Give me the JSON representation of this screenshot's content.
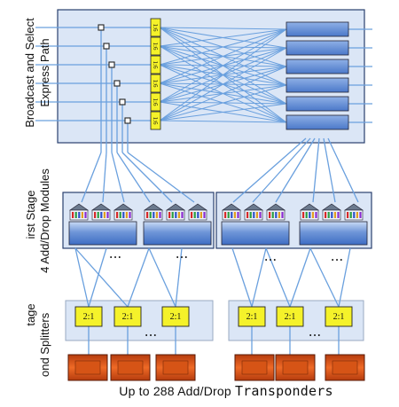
{
  "labels": {
    "broadcast_line1": "Broadcast and Select",
    "broadcast_line2": "Express Path",
    "first_stage_line1": "irst Stage",
    "first_stage_line2": "4 Add/Drop Modules",
    "second_stage_line1": "tage",
    "second_stage_line2": "ond  Splitters",
    "caption_prefix": "Up to 288 Add/Drop",
    "caption_word": "Transponders"
  },
  "splitter_1x6_label": "1:6",
  "splitter_2x1_label": "2:1",
  "ellipsis": "• • •",
  "colors": {
    "panel_fill": "#dbe6f6",
    "panel_stroke": "#2a3f6e",
    "line": "#6aa0de",
    "module_blue": "#5b86cf",
    "yellow": "#f5f22a",
    "transponder": "#d65416"
  }
}
